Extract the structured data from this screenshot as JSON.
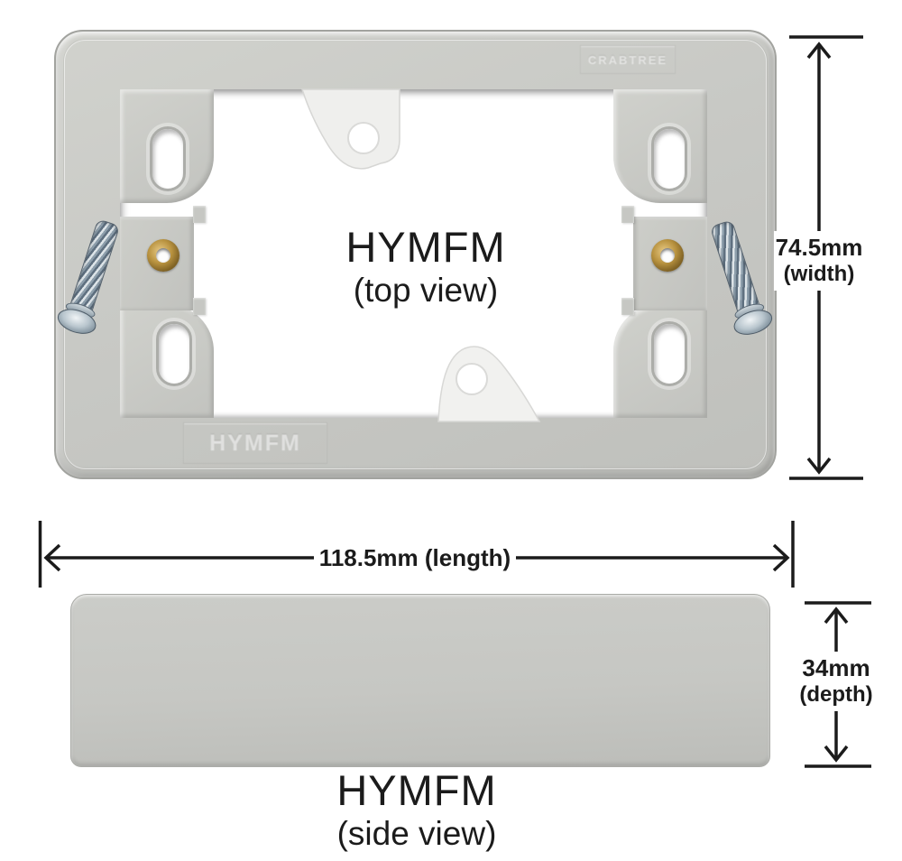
{
  "diagram": {
    "product_code": "HYMFM",
    "views": {
      "top": {
        "title": "HYMFM",
        "subtitle": "(top view)"
      },
      "side": {
        "title": "HYMFM",
        "subtitle": "(side view)"
      }
    },
    "dimensions": {
      "width": {
        "value": "74.5mm",
        "axis": "(width)"
      },
      "length": {
        "value": "118.5mm (length)"
      },
      "depth": {
        "value": "34mm",
        "axis": "(depth)"
      }
    },
    "embossed": {
      "top_right": "CRABTREE",
      "bottom_left": "HYMFM"
    },
    "colors": {
      "plastic_grey": "#c7c8c4",
      "line_black": "#1b1b1b",
      "brass": "#b8923f",
      "screw_steel": "#8d9eab",
      "background": "#ffffff"
    }
  }
}
